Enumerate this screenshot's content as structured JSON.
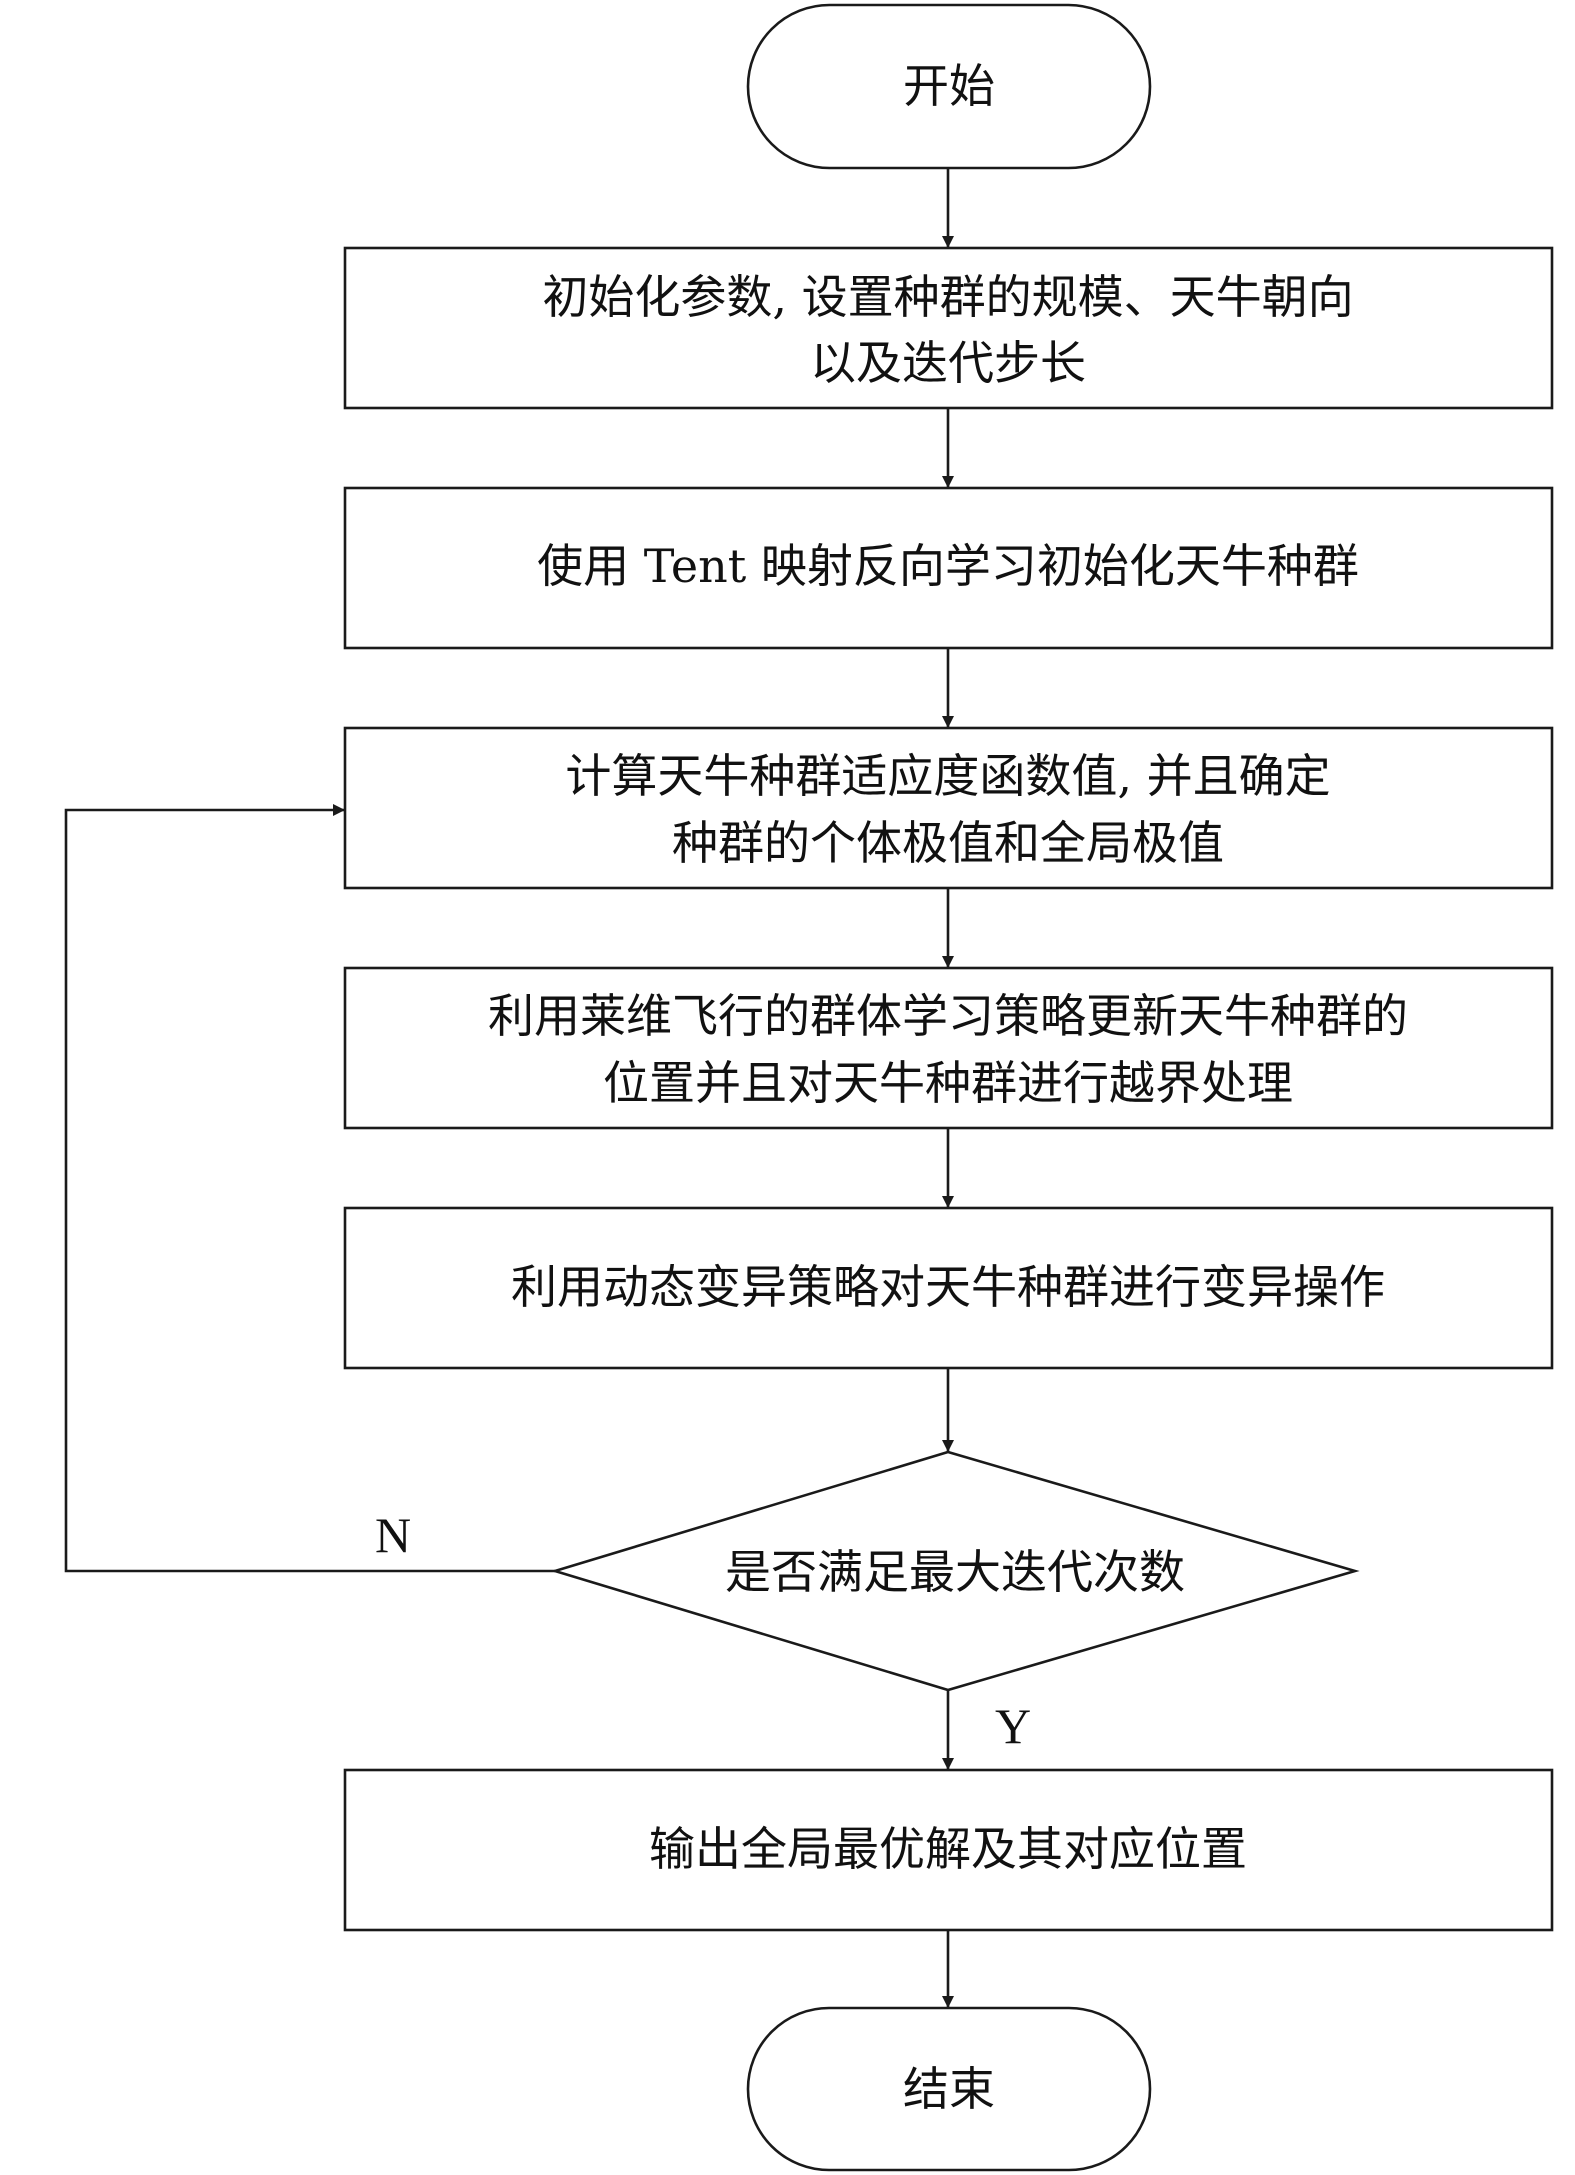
{
  "nodes": {
    "start": {
      "lines": [
        "开始"
      ]
    },
    "init_params": {
      "lines": [
        "初始化参数, 设置种群的规模、天牛朝向",
        "以及迭代步长"
      ]
    },
    "tent_init": {
      "lines": [
        "使用 Tent 映射反向学习初始化天牛种群"
      ]
    },
    "fitness": {
      "lines": [
        "计算天牛种群适应度函数值, 并且确定",
        "种群的个体极值和全局极值"
      ]
    },
    "levy_update": {
      "lines": [
        "利用莱维飞行的群体学习策略更新天牛种群的",
        "位置并且对天牛种群进行越界处理"
      ]
    },
    "mutation": {
      "lines": [
        "利用动态变异策略对天牛种群进行变异操作"
      ]
    },
    "decision": {
      "lines": [
        "是否满足最大迭代次数"
      ]
    },
    "output": {
      "lines": [
        "输出全局最优解及其对应位置"
      ]
    },
    "end": {
      "lines": [
        "结束"
      ]
    }
  },
  "branches": {
    "no": "N",
    "yes": "Y"
  }
}
